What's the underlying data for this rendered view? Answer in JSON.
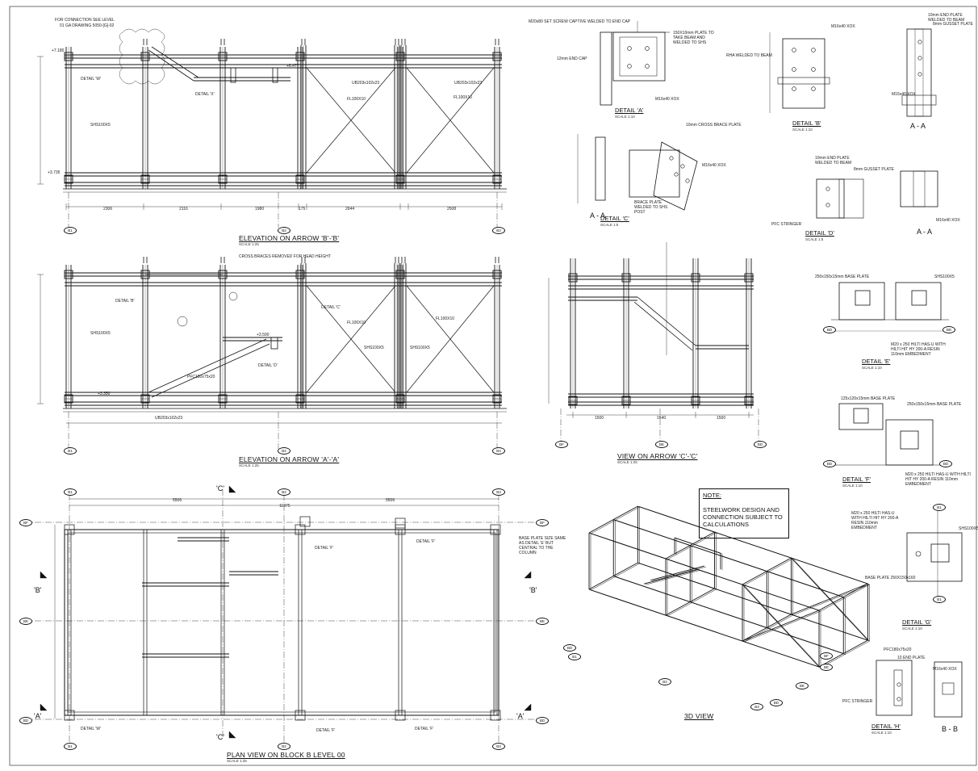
{
  "titles": {
    "elev_bb": "ELEVATION ON ARROW 'B'-'B'",
    "elev_aa": "ELEVATION ON ARROW 'A'-'A'",
    "plan": "PLAN VIEW ON BLOCK B LEVEL 00",
    "view_cc": "VIEW ON ARROW 'C'-'C'",
    "view3d": "3D VIEW",
    "detail_a": "DETAIL 'A'",
    "detail_b": "DETAIL 'B'",
    "detail_c": "DETAIL 'C'",
    "detail_d": "DETAIL 'D'",
    "detail_e": "DETAIL 'E'",
    "detail_f": "DETAIL 'F'",
    "detail_g": "DETAIL 'G'",
    "detail_h": "DETAIL 'H'",
    "section_aa_1": "A - A",
    "section_aa_2": "A - A",
    "section_aa_3": "A - A",
    "section_bb": "B - B"
  },
  "scales": {
    "s125": "SCALE 1:25",
    "s15": "SCALE 1:5",
    "s110": "SCALE 1:10"
  },
  "note": {
    "heading": "NOTE:",
    "body": "STEELWORK DESIGN AND CONNECTION SUBJECT TO CALCULATIONS"
  },
  "grid": {
    "b1": "B1",
    "b2": "B2",
    "b3": "B3",
    "bf": "BF",
    "be": "BE",
    "bd": "BD"
  },
  "section_marks": {
    "a": "'A'",
    "b": "'B'",
    "c": "'C'"
  },
  "annotations": {
    "connection_note_1": "FOR CONNECTION SEE LEVEL",
    "connection_note_2": "01 GA DRAWING 5050-[G]-02",
    "detail_w": "DETAIL 'W'",
    "detail_x": "DETAIL 'X'",
    "detail_b_ref": "DETAIL 'B'",
    "detail_c_ref": "DETAIL 'C'",
    "detail_d_ref": "DETAIL 'D'",
    "detail_e_ref": "DETAIL 'E'",
    "detail_f_ref": "DETAIL 'F'",
    "cross_brace_note": "CROSS BRACES REMOVED FOR HEAD HEIGHT",
    "shs100": "SHS100X5",
    "ub203": "UB203x102x23",
    "fl100": "FL100X10",
    "pfc": "PFC180x75x20",
    "base_plate_note": "BASE PLATE SIZE SAME AS DETAIL 'E' BUT CENTRAL TO THE COLUMN",
    "m16": "M16x40 XOX",
    "plate_10": "10mm END PLATE WELDED TO BEAM",
    "gusset": "8mm GUSSET PLATE",
    "cross_brace_plate": "10mm CROSS BRACE PLATE",
    "brace_plate": "BRACE PLATE WELDED TO SHS POST",
    "base_plate_e": "250x150x15mm BASE PLATE",
    "base_plate_f": "125x120x15mm BASE PLATE",
    "base_plate_f2": "250x150x15mm BASE PLATE",
    "base_plate_g": "BASE PLATE 250X150x160",
    "hilti": "M20 x 250 HILTI HAS-U WITH HILTI HIT HY 200-A RESIN 110mm EMBEDMENT",
    "rha": "RHA WELDED TO BEAM",
    "pfc_stringer": "PFC STRINGER",
    "end_plate_h": "10 END PLATE",
    "captive": "M20x80 SET SCREW CAPTIVE WELDED TO END CAP",
    "end_cap": "12mm END CAP",
    "plate_welded": "150X10mm PLATE TO TAKE BEAM AND WELDED TO SHS"
  },
  "dims": {
    "e_bb_1": "2306",
    "e_bb_2": "2116",
    "e_bb_3": "1980",
    "e_bb_4": "175",
    "e_bb_5": "2644",
    "e_bb_6": "2508",
    "lvl_1": "+7.180",
    "lvl_2": "+6.477",
    "lvl_3": "+3.735",
    "lvl_4": "+3.500",
    "lvl_5": "+3.350",
    "plan_1": "5506",
    "plan_2": "11375",
    "plan_3": "5506",
    "cc_1": "1500",
    "cc_2": "1640",
    "cc_3": "1500"
  },
  "colors": {
    "ink": "#111111",
    "paper": "#ffffff"
  }
}
